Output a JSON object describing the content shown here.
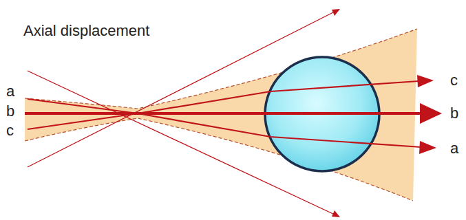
{
  "diagram": {
    "title": "Axial displacement",
    "labels": [
      "a",
      "b",
      "c",
      "c",
      "b",
      "a"
    ]
  }
}
